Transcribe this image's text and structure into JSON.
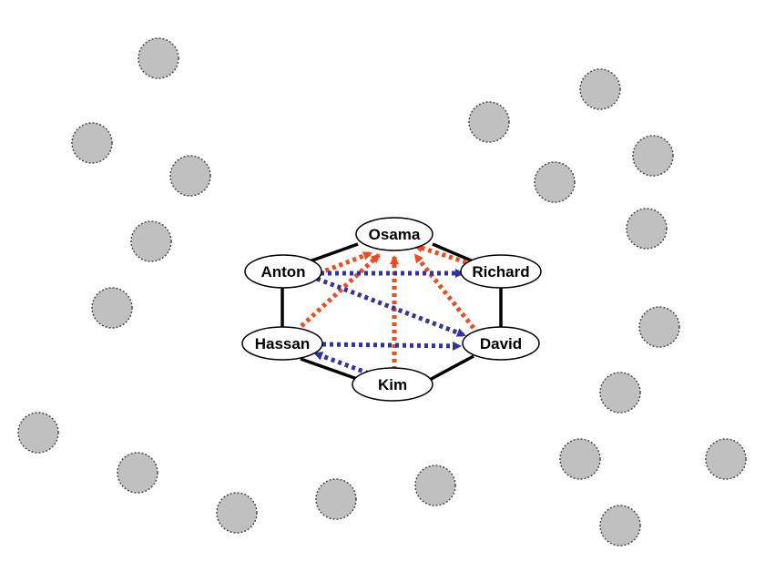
{
  "nodes": [
    {
      "id": "osama",
      "label": "Osama"
    },
    {
      "id": "anton",
      "label": "Anton"
    },
    {
      "id": "richard",
      "label": "Richard"
    },
    {
      "id": "hassan",
      "label": "Hassan"
    },
    {
      "id": "david",
      "label": "David"
    },
    {
      "id": "kim",
      "label": "Kim"
    }
  ],
  "colors": {
    "ring": "#000000",
    "influence_to_osama": "#f24a1e",
    "peer_links": "#3333a0",
    "background_node_fill": "#c0c0c0",
    "background_node_stroke": "#4a4a4a"
  }
}
